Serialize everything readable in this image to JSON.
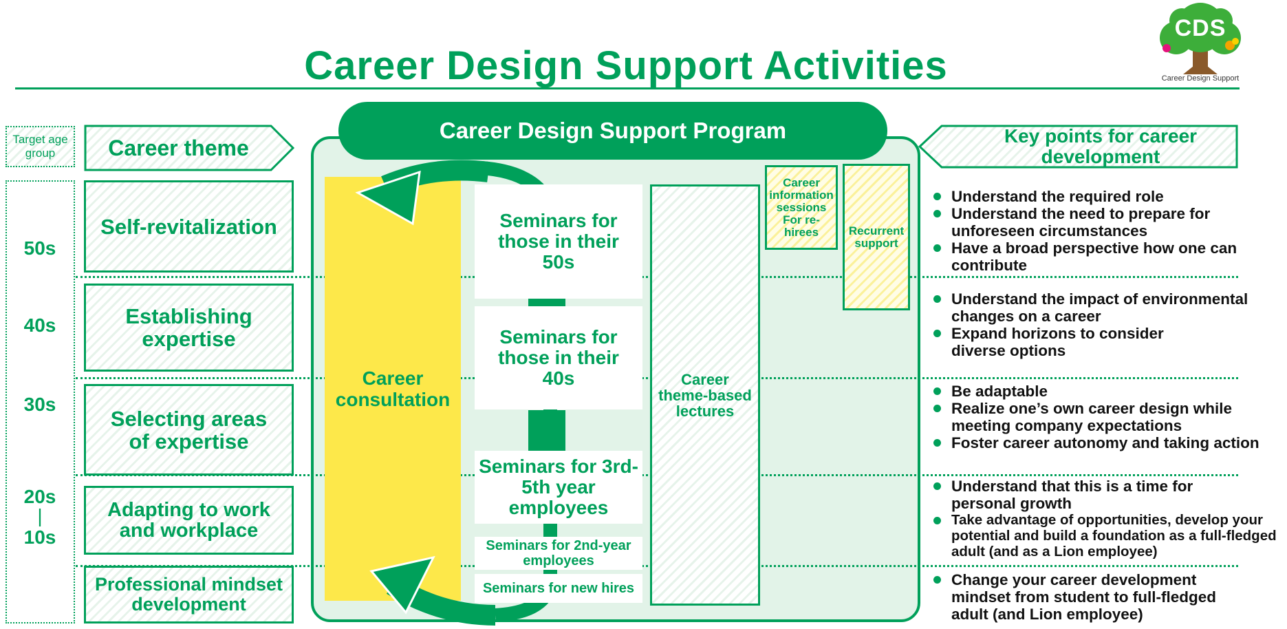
{
  "title": "Career Design Support Activities",
  "logo": {
    "text": "CDS",
    "caption": "Career Design Support"
  },
  "headers": {
    "target_age_group": "Target age group",
    "career_theme": "Career theme",
    "program": "Career Design Support Program",
    "key_points": "Key points for career development"
  },
  "ages": [
    "50s",
    "40s",
    "30s",
    "20s",
    "|",
    "10s"
  ],
  "themes": [
    "Self-revitalization",
    "Establishing expertise",
    "Selecting areas of expertise",
    "Adapting to work and workplace",
    "Professional mindset development"
  ],
  "program": {
    "consultation": "Career consultation",
    "seminars": [
      "Seminars for those in their 50s",
      "Seminars for those in their 40s",
      "Seminars for 3rd-5th year employees",
      "Seminars for 2nd-year employees",
      "Seminars for new hires"
    ],
    "lectures": "Career theme-based lectures",
    "info_sessions": "Career information sessions For re-hirees",
    "recurrent": "Recurrent support"
  },
  "key_points": [
    "Understand the required role",
    "Understand the need to prepare for unforeseen circumstances",
    "Have a broad perspective how one can contribute",
    "Understand the impact of environmental changes on a career",
    "Expand horizons to consider diverse options",
    "Be adaptable",
    "Realize one’s own career design while meeting company expectations",
    "Foster career autonomy and taking action",
    "Understand that this is a time for personal growth",
    "Take advantage of opportunities, develop your potential and build a foundation as a full-fledged adult (and as a Lion employee)",
    "Change your career development mindset from student to full-fledged adult (and Lion employee)"
  ],
  "colors": {
    "green": "#00a05a",
    "light_green": "#e2f3e8",
    "yellow": "#fde84a",
    "yellow_light": "#fbf3a0"
  }
}
